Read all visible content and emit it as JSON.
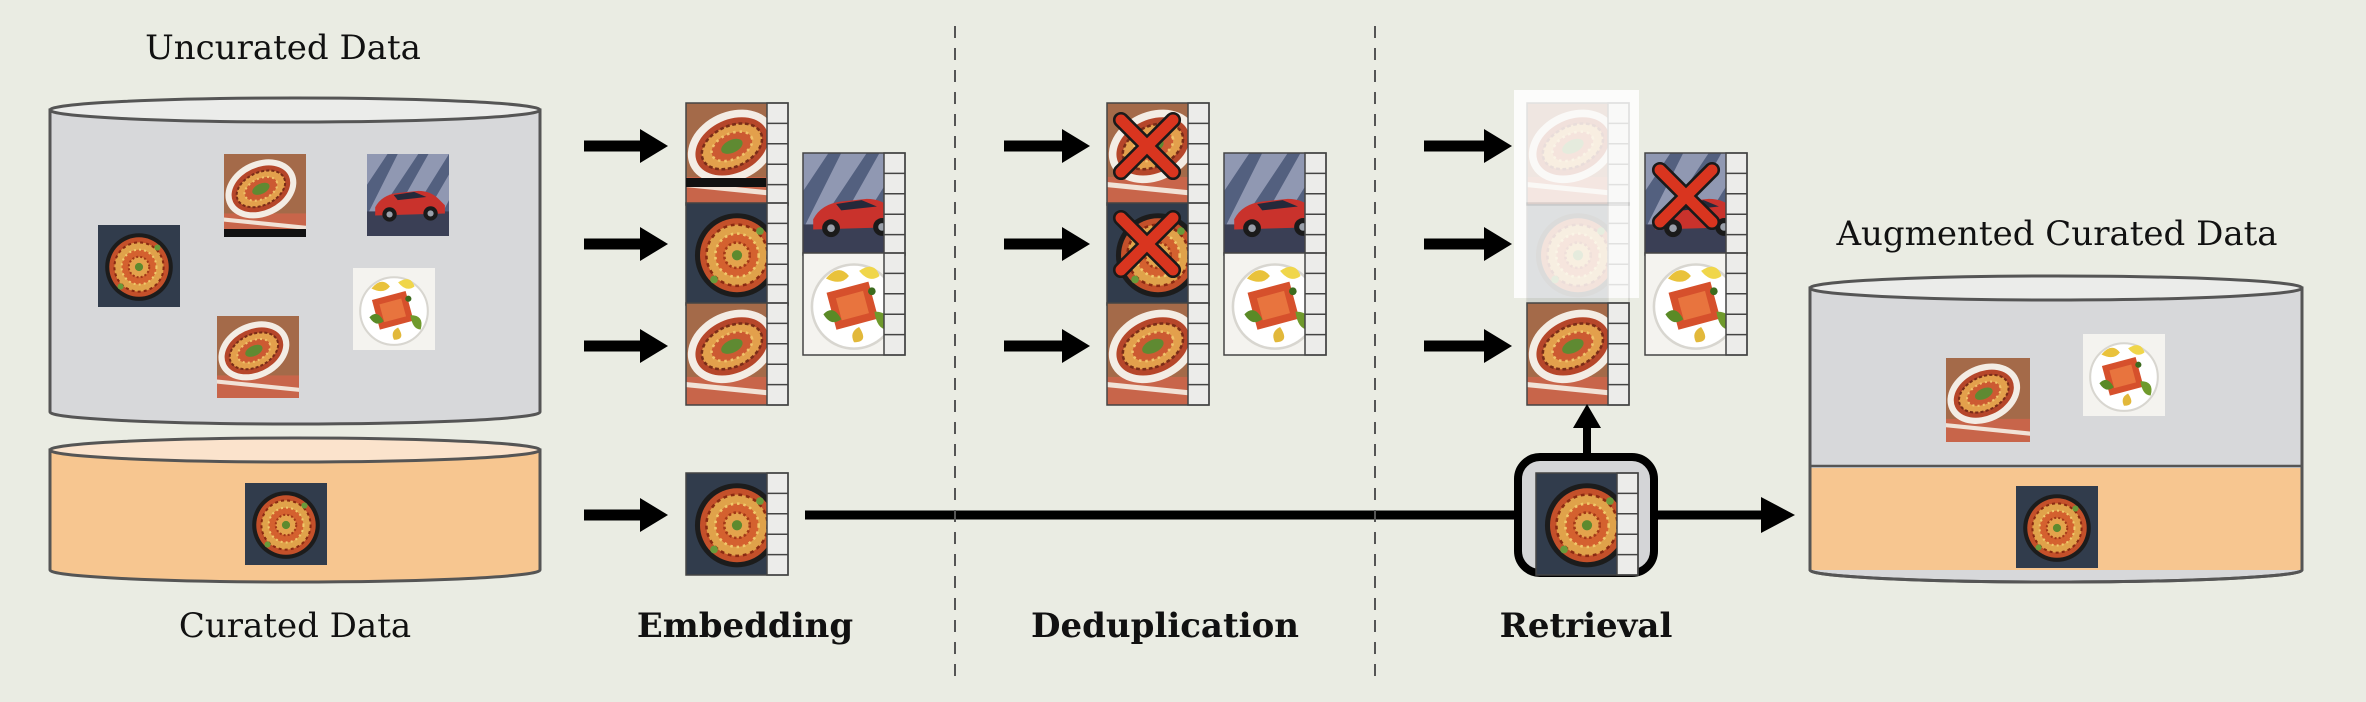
{
  "labels": {
    "uncurated": "Uncurated Data",
    "curated": "Curated Data",
    "augmented": "Augmented Curated Data"
  },
  "stages": {
    "embedding": "Embedding",
    "deduplication": "Deduplication",
    "retrieval": "Retrieval"
  },
  "colors": {
    "background": "#eaece3",
    "uncurated_db": "#d7d8da",
    "curated_db": "#f7c690",
    "curated_db_top": "#fbe3cc",
    "cross": "#d9351f",
    "highlight_box": "#d4d5d7"
  },
  "images": {
    "ratatouille-round": "ratatouille dish, round skillet, top view",
    "ratatouille-oval": "ratatouille in oval baking dish",
    "sports-car": "red sports car",
    "salad-plate": "salad plate with vegetables"
  },
  "icons": {
    "arrow": "black-arrow",
    "cross": "red-x-mark",
    "embedding-vector": "vector-cells"
  }
}
